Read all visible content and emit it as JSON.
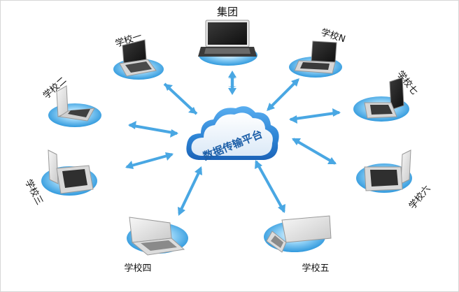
{
  "platform": {
    "label": "数据传输平台"
  },
  "nodes": [
    {
      "id": "group",
      "label": "集团"
    },
    {
      "id": "school1",
      "label": "学校一"
    },
    {
      "id": "school2",
      "label": "学校二"
    },
    {
      "id": "school3",
      "label": "学校三"
    },
    {
      "id": "school4",
      "label": "学校四"
    },
    {
      "id": "school5",
      "label": "学校五"
    },
    {
      "id": "school6",
      "label": "学校六"
    },
    {
      "id": "school7",
      "label": "学校七"
    },
    {
      "id": "schoolN",
      "label": "学校N"
    }
  ],
  "colors": {
    "arrow": "#49a7e3",
    "disc": "#1f8fd8",
    "disc_light": "#8fd0f6",
    "cloud": "#3b8fd9",
    "cloud_text": "#1d5fa8",
    "laptop_dark": "#2e2e2e",
    "laptop_silver": "#d9d9d9"
  }
}
